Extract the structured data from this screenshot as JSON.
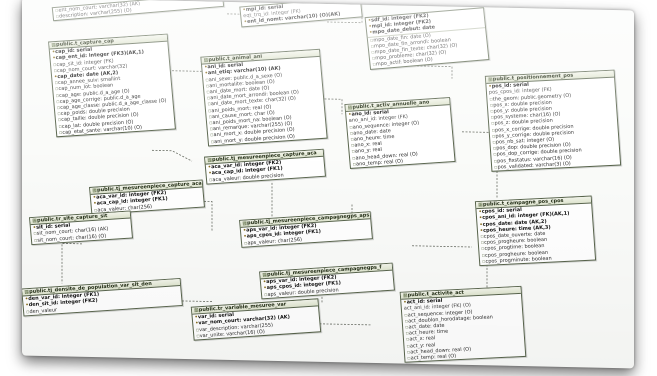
{
  "tables": {
    "top_left": {
      "title": "",
      "rows": [
        "ent_nom_court: varchar(32) (AK)",
        "description: varchar(255) (O)"
      ]
    },
    "top_mid": {
      "title": "",
      "rows": [
        "mpl_id: serial",
        "eqt_trq_id: integer (FK)",
        "ent_id_nomt: varchar(10) (O)(AK)"
      ]
    },
    "top_right": {
      "title": "",
      "rows": [
        "sdf_id: integer (FK2)",
        "mpl_id: integer (FK2)",
        "mpo_date_debut: date",
        "mpo_date_fin: date (O)",
        "mpo_date_fin_arrondi: boolean",
        "mpo_date_fin_texte: char(32) (O)",
        "mpo_probleme: char(32) (O)",
        "mpo_actif: boolean (O)"
      ]
    },
    "capture_cap": {
      "title": "public.t_capture_cap",
      "rows": [
        {
          "t": "cap_id: serial",
          "k": "pk"
        },
        {
          "t": "cap_ent_id: integer (FK3)(AK,1)",
          "k": "pk"
        },
        {
          "t": "cap_sit_id: integer (FK)",
          "k": "col"
        },
        {
          "t": "cap_nom_court: varchar(32)",
          "k": "col"
        },
        {
          "t": "cap_date: date (AK,2)",
          "k": "pk"
        },
        {
          "t": "cap_annee_suiv: smallint",
          "k": "col"
        },
        {
          "t": "cap_num_lot: boolean",
          "k": "col"
        },
        {
          "t": "cap_age: public.d_a_age (O)",
          "k": "col"
        },
        {
          "t": "cap_age_corrige: public.d_a_age",
          "k": "col"
        },
        {
          "t": "cap_age_classe: public.d_a_age_classe (O)",
          "k": "col"
        },
        {
          "t": "cap_poids: double precision",
          "k": "col"
        },
        {
          "t": "cap_taille: double precision (O)",
          "k": "col"
        },
        {
          "t": "cap_lat: double precision (O)",
          "k": "col"
        },
        {
          "t": "cap_etat_sante: varchar(10) (O)",
          "k": "col"
        }
      ]
    },
    "animal_ani": {
      "title": "public.t_animal_ani",
      "rows": [
        {
          "t": "ani_id: serial",
          "k": "pk"
        },
        {
          "t": "ani_etiq: varchar(10) (AK)",
          "k": "pk"
        },
        {
          "t": "ani_sexe: public.d_a_sexe (O)",
          "k": "col"
        },
        {
          "t": "ani_mortalite: boolean (O)",
          "k": "col"
        },
        {
          "t": "ani_date_mort: date (O)",
          "k": "col"
        },
        {
          "t": "ani_date_mort_arrondi: boolean (O)",
          "k": "col"
        },
        {
          "t": "ani_date_mort_texte: char(32) (O)",
          "k": "col"
        },
        {
          "t": "ani_poids_mort: real (O)",
          "k": "col"
        },
        {
          "t": "ani_cause_mort: char (O)",
          "k": "col"
        },
        {
          "t": "ani_poids_mort_na: boolean (O)",
          "k": "col"
        },
        {
          "t": "ani_remarque: varchar(255) (O)",
          "k": "col"
        },
        {
          "t": "ani_mort_x: double precision (O)",
          "k": "col"
        },
        {
          "t": "ani_mort_y: double precision (O)",
          "k": "col"
        }
      ]
    },
    "activite_annuelle": {
      "title": "public.t_activ_annuelle_ano",
      "rows": [
        {
          "t": "ano_id: serial",
          "k": "pk"
        },
        {
          "t": "ano_ani_id: integer (FK)",
          "k": "fk"
        },
        {
          "t": "ano_sequence: integer (O)",
          "k": "col"
        },
        {
          "t": "ano_date: date",
          "k": "col"
        },
        {
          "t": "ano_heure: time",
          "k": "col"
        },
        {
          "t": "ano_x: real",
          "k": "col"
        },
        {
          "t": "ano_y: real",
          "k": "col"
        },
        {
          "t": "ano_head_down: real (O)",
          "k": "col"
        },
        {
          "t": "ano_temp: real (O)",
          "k": "col"
        }
      ]
    },
    "positionnement_pos": {
      "title": "public.t_positionnement_pos",
      "rows": [
        {
          "t": "pos_id: serial",
          "k": "pk"
        },
        {
          "t": "pos_cpos_id: integer (FK)",
          "k": "fk"
        },
        {
          "t": "the_geom: public.geometry (O)",
          "k": "col"
        },
        {
          "t": "pos_x: double precision",
          "k": "col"
        },
        {
          "t": "pos_y: double precision",
          "k": "col"
        },
        {
          "t": "pos_systeme: char(16) (O)",
          "k": "col"
        },
        {
          "t": "pos_z: double precision",
          "k": "col"
        },
        {
          "t": "pos_x_corrige: double precision",
          "k": "col"
        },
        {
          "t": "pos_y_corrige: double precision",
          "k": "col"
        },
        {
          "t": "pos_nb_sat: integer (O)",
          "k": "col"
        },
        {
          "t": "pos_dop: double precision (O)",
          "k": "col"
        },
        {
          "t": "pos_dop_corrige: double precision",
          "k": "col"
        },
        {
          "t": "pos_fixstatus: varchar(16) (O)",
          "k": "col"
        },
        {
          "t": "pos_validated: varchar(3) (O)",
          "k": "col"
        }
      ]
    },
    "mesure_capture_aca": {
      "title": "public.tj_mesureenpiece_capture_aca",
      "rows": [
        {
          "t": "aca_var_id: integer (FK2)",
          "k": "pk"
        },
        {
          "t": "aca_cap_id: integer (FK1)",
          "k": "pk"
        },
        {
          "t": "aca_valeur: double precision",
          "k": "col"
        }
      ]
    },
    "mesure_capture_aca2": {
      "title": "public.tj_mesureenpiece_capture_aca",
      "rows": [
        {
          "t": "aca_var_id: integer (FK2)",
          "k": "pk"
        },
        {
          "t": "aca_cap_id: integer (FK1)",
          "k": "pk"
        },
        {
          "t": "aca_valeur: char(256)",
          "k": "col"
        }
      ]
    },
    "site_capture": {
      "title": "public.tr_site_capture_sit",
      "rows": [
        {
          "t": "sit_id: serial",
          "k": "pk"
        },
        {
          "t": "sit_nom_court: char(16) (AK)",
          "k": "col"
        },
        {
          "t": "sit_nom_court: char(16) (O)",
          "k": "col"
        }
      ]
    },
    "campagnes_aps": {
      "title": "public.tj_mesureenpiece_campagnegps_aps",
      "rows": [
        {
          "t": "aps_var_id: integer (FK2)",
          "k": "pk"
        },
        {
          "t": "aps_cpos_id: integer (FK1)",
          "k": "pk"
        },
        {
          "t": "aps_valeur: char(256)",
          "k": "col"
        }
      ]
    },
    "campagnes_cpos": {
      "title": "public.t_campagne_pos_cpos",
      "rows": [
        {
          "t": "cpos_id: serial",
          "k": "pk"
        },
        {
          "t": "cpos_ani_id: integer (FK)(AK,1)",
          "k": "pk"
        },
        {
          "t": "cpos_date: date (AK,2)",
          "k": "pk"
        },
        {
          "t": "cpos_heure: time (AK,3)",
          "k": "pk"
        },
        {
          "t": "cpos_date_ouverte: date",
          "k": "col"
        },
        {
          "t": "cpos_progheure: boolean",
          "k": "col"
        },
        {
          "t": "cpos_progtime: boolean",
          "k": "col"
        },
        {
          "t": "cpos_progheure: boolean",
          "k": "col"
        },
        {
          "t": "cpos_progminute: boolean",
          "k": "col"
        }
      ]
    },
    "campagnes_gps": {
      "title": "public.tj_mesureenpiece_campagnegps_f",
      "rows": [
        {
          "t": "aps_var_id: integer (FK2)",
          "k": "pk"
        },
        {
          "t": "aps_cpos_id: integer (FK1)",
          "k": "pk"
        },
        {
          "t": "aps_valeur: double precision",
          "k": "col"
        }
      ]
    },
    "densite": {
      "title": "public.tj_densite_de_population_var_sit_den",
      "rows": [
        {
          "t": "den_var_id: integer (FK1)",
          "k": "pk"
        },
        {
          "t": "den_sit_id: integer (FK2)",
          "k": "pk"
        },
        {
          "t": "den_valeur",
          "k": "col"
        }
      ]
    },
    "variable_mesure": {
      "title": "public.tr_variable_mesuree_var",
      "rows": [
        {
          "t": "var_id: serial",
          "k": "pk"
        },
        {
          "t": "var_nom_court: varchar(32) (AK)",
          "k": "pk"
        },
        {
          "t": "var_description: varchar(255)",
          "k": "col"
        },
        {
          "t": "var_unite: varchar(16) (O)",
          "k": "col"
        }
      ]
    },
    "activite_act": {
      "title": "public.t_activite_act",
      "rows": [
        {
          "t": "act_id: serial",
          "k": "pk"
        },
        {
          "t": "act_ani_id: integer (FK) (O)",
          "k": "fk"
        },
        {
          "t": "act_sequence: integer (O)",
          "k": "col"
        },
        {
          "t": "act_doublon_horodatage: boolean",
          "k": "col"
        },
        {
          "t": "act_date: date",
          "k": "col"
        },
        {
          "t": "act_heure: time",
          "k": "col"
        },
        {
          "t": "act_x: real",
          "k": "col"
        },
        {
          "t": "act_y: real",
          "k": "col"
        },
        {
          "t": "act_head_down: real (O)",
          "k": "col"
        },
        {
          "t": "act_temp: real (O)",
          "k": "col"
        }
      ]
    }
  }
}
